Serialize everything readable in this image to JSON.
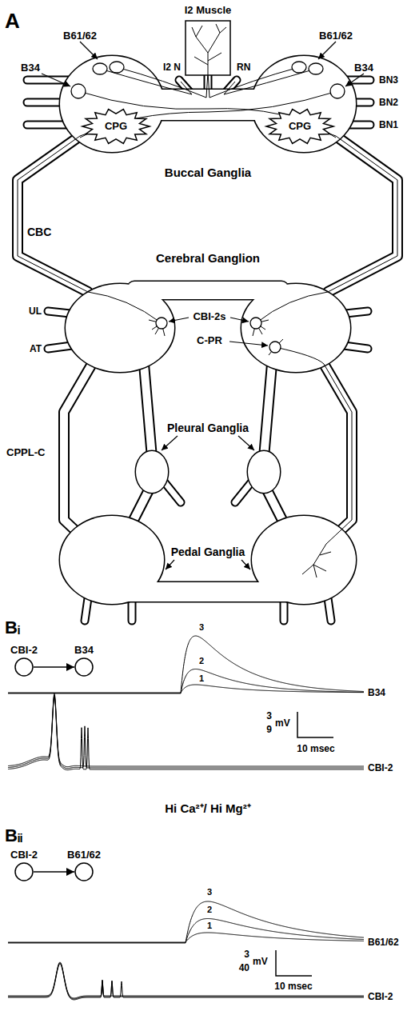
{
  "diagram": {
    "nodes": [
      {
        "text": [
          "I2 Muscle"
        ]
      },
      {
        "text": [
          "CPG"
        ]
      },
      {
        "text": [
          "CPG"
        ]
      },
      {
        "text": [
          "CBI-2"
        ]
      },
      {
        "text": [
          "B34"
        ]
      },
      {
        "text": [
          "CBI-2"
        ]
      },
      {
        "text": [
          "B61/62"
        ]
      }
    ],
    "edges": [
      {
        "from": 3,
        "to": 4,
        "arrow": "to"
      },
      {
        "from": 5,
        "to": 6,
        "arrow": "to"
      }
    ],
    "labels": [
      "A",
      "B61/62",
      "B61/62",
      "B34",
      "I2 N",
      "RN",
      "B34",
      "BN3",
      "BN2",
      "BN1",
      "Buccal Ganglia",
      "CBC",
      "Cerebral Ganglion",
      "UL",
      "AT",
      "CBI-2s",
      "C-PR",
      "CPPL-C",
      "Pleural Ganglia",
      "Pedal Ganglia",
      "Bᵢ",
      "3",
      "2",
      "1",
      "B34",
      "3",
      "9",
      "mV",
      "10 msec",
      "CBI-2",
      "Hi Ca²⁺/ Hi Mg²⁺",
      "Bᵢᵢ",
      "3",
      "2",
      "1",
      "B61/62",
      "3",
      "40",
      "mV",
      "10 msec",
      "CBI-2"
    ]
  }
}
